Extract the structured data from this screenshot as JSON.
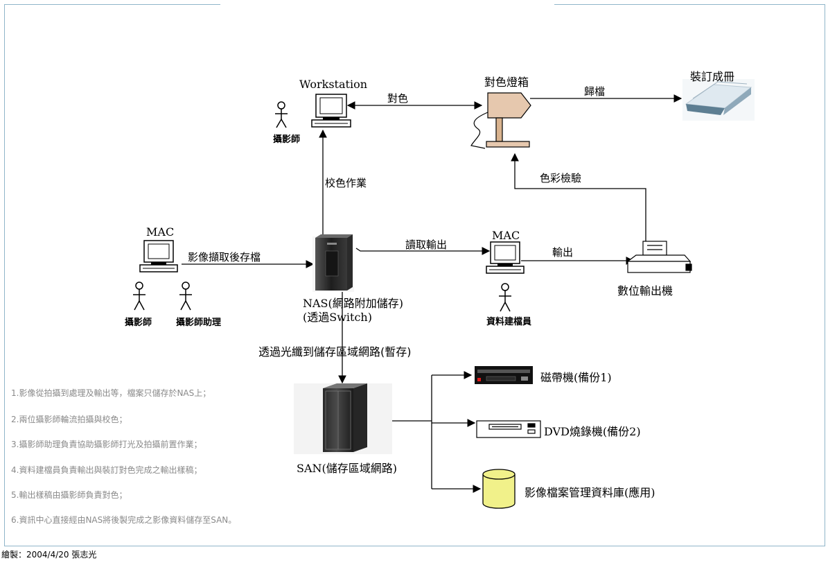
{
  "nodes": {
    "workstation": "Workstation",
    "color_box": "對色燈箱",
    "binding": "裝訂成冊",
    "mac_left": "MAC",
    "mac_right": "MAC",
    "nas_line1": "NAS(網路附加儲存)",
    "nas_line2": "(透過Switch)",
    "printer": "數位輸出機",
    "san": "SAN(儲存區域網路)",
    "tape": "磁帶機(備份1)",
    "dvd": "DVD燒錄機(備份2)",
    "database": "影像檔案管理資料庫(應用)"
  },
  "people": {
    "photographer_top": "攝影師",
    "photographer_left": "攝影師",
    "assistant": "攝影師助理",
    "filer": "資料建檔員"
  },
  "edges": {
    "color_match": "對色",
    "archive": "歸檔",
    "calibration": "校色作業",
    "color_check": "色彩檢驗",
    "capture_store": "影像擷取後存檔",
    "read_output": "讀取輸出",
    "output": "輸出",
    "fiber_to_san": "透過光纖到儲存區域網路(暫存)"
  },
  "notes": [
    "1.影像從拍攝到處理及輸出等，檔案只儲存於NAS上；",
    "2.兩位攝影師輪流拍攝與校色；",
    "3.攝影師助理負責協助攝影師打光及拍攝前置作業；",
    "4.資料建檔員負責輸出與裝訂對色完成之輸出樣稿；",
    "5.輸出樣稿由攝影師負責對色；",
    "6.資訊中心直接經由NAS將後製完成之影像資料儲存至SAN。"
  ],
  "footer": "繪製：2004/4/20 張志光",
  "colors": {
    "frame": "#8fb5c9",
    "note_text": "#8a8a8a",
    "database_fill": "#f1f18a",
    "color_box_fill": "#e6c8ae"
  }
}
